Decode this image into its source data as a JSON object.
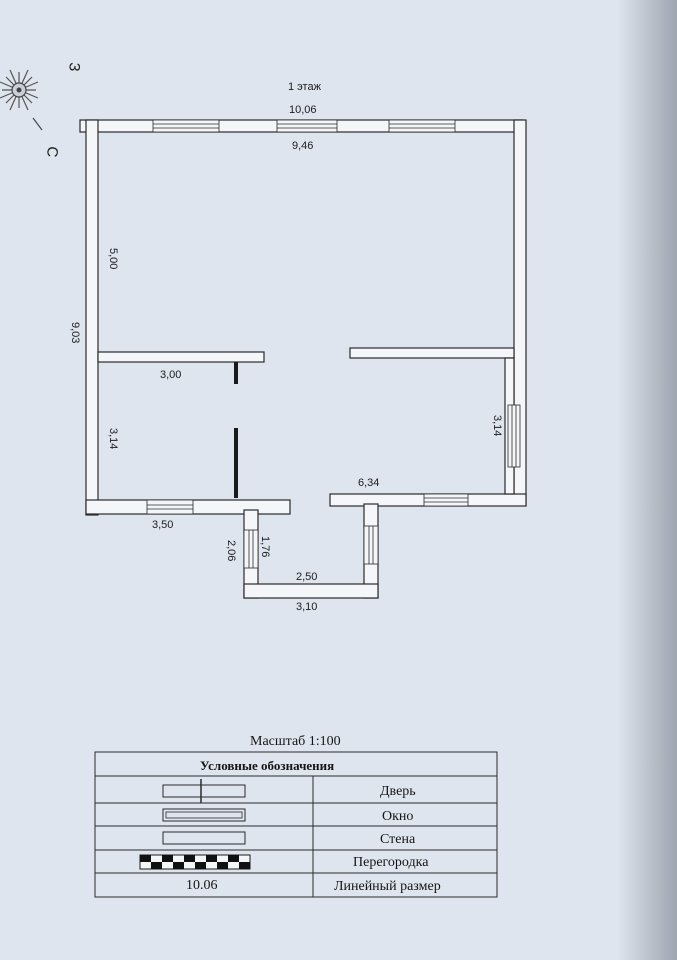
{
  "floor_label": "1 этаж",
  "compass": {
    "north_letter": "С",
    "east_letter": "З"
  },
  "dimensions": {
    "outer_top": "10,06",
    "inner_top": "9,46",
    "outer_left": "9,03",
    "room_top_left_height": "5,00",
    "room_bottom_left_width": "3,00",
    "room_bottom_left_height": "3,14",
    "room_bottom_left_bottom": "3,50",
    "room_right_height": "3,14",
    "room_right_bottom": "6,34",
    "porch_outer_height": "2,06",
    "porch_inner_height": "1,76",
    "porch_inner_width": "2,50",
    "porch_outer_width": "3,10"
  },
  "scale_label": "Масштаб 1:100",
  "legend": {
    "title": "Условные обозначения",
    "items": [
      {
        "symbol": "door",
        "label": "Дверь"
      },
      {
        "symbol": "window",
        "label": "Окно"
      },
      {
        "symbol": "wall",
        "label": "Стена"
      },
      {
        "symbol": "partition",
        "label": "Перегородка"
      },
      {
        "symbol": "dimension",
        "sample": "10.06",
        "label": "Линейный размер"
      }
    ]
  }
}
